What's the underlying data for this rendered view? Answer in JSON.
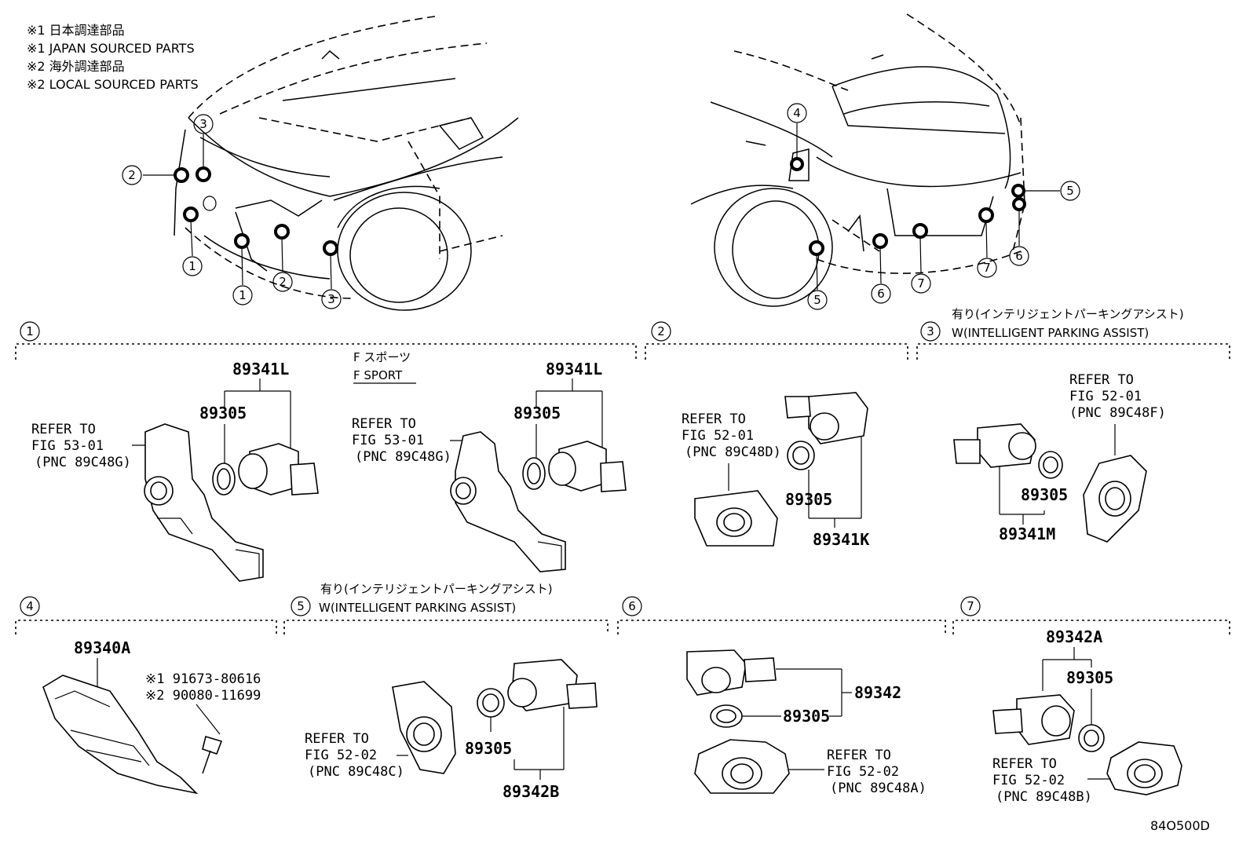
{
  "legend": [
    "※1 日本調達部品",
    "※1 JAPAN SOURCED PARTS",
    "※2 海外調達部品",
    "※2 LOCAL SOURCED PARTS"
  ],
  "front_callouts": [
    "1",
    "1",
    "2",
    "2",
    "3",
    "3"
  ],
  "rear_callouts": [
    "4",
    "5",
    "5",
    "6",
    "6",
    "7",
    "7"
  ],
  "sections": {
    "s1": {
      "num": "1",
      "fsport_jp": "F スポーツ",
      "fsport_en": "F SPORT",
      "left": {
        "assy": "89341L",
        "ring": "89305",
        "refer": "REFER TO",
        "fig": "FIG 53-01",
        "pnc": "(PNC 89C48G)"
      },
      "right": {
        "assy": "89341L",
        "ring": "89305",
        "refer": "REFER TO",
        "fig": "FIG 53-01",
        "pnc": "(PNC 89C48G)"
      }
    },
    "s2": {
      "num": "2",
      "refer": "REFER TO",
      "fig": "FIG 52-01",
      "pnc": "(PNC 89C48D)",
      "ring": "89305",
      "assy": "89341K"
    },
    "s3": {
      "num": "3",
      "note_jp": "有り(インテリジェントパーキングアシスト)",
      "note_en": "W(INTELLIGENT PARKING ASSIST)",
      "refer": "REFER TO",
      "fig": "FIG 52-01",
      "pnc": "(PNC 89C48F)",
      "ring": "89305",
      "assy": "89341M"
    },
    "s4": {
      "num": "4",
      "assy": "89340A",
      "bolt1": "※1 91673-80616",
      "bolt2": "※2 90080-11699"
    },
    "s5": {
      "num": "5",
      "note_jp": "有り(インテリジェントパーキングアシスト)",
      "note_en": "W(INTELLIGENT PARKING ASSIST)",
      "refer": "REFER TO",
      "fig": "FIG 52-02",
      "pnc": "(PNC 89C48C)",
      "ring": "89305",
      "assy": "89342B"
    },
    "s6": {
      "num": "6",
      "assy": "89342",
      "ring": "89305",
      "refer": "REFER TO",
      "fig": "FIG 52-02",
      "pnc": "(PNC 89C48A)"
    },
    "s7": {
      "num": "7",
      "assy": "89342A",
      "ring": "89305",
      "refer": "REFER TO",
      "fig": "FIG 52-02",
      "pnc": "(PNC 89C48B)"
    }
  },
  "diagram_code": "84O500D"
}
